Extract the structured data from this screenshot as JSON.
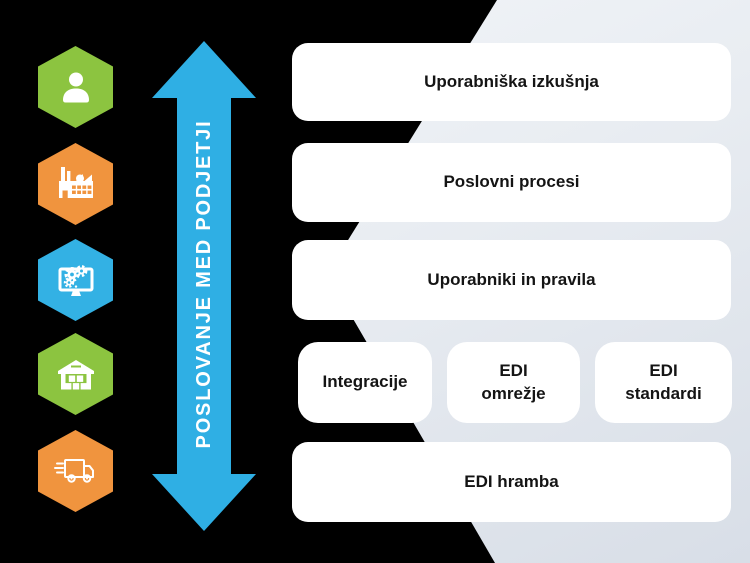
{
  "colors": {
    "canvas": "#000000",
    "band_light": "#f4f7fa",
    "band_dark": "#d8dee7",
    "arrow_blue": "#2fafe4",
    "arrow_text": "#ffffff",
    "hex_green": "#8cc440",
    "hex_orange": "#f0943e",
    "hex_blue": "#33b1e4",
    "box_bg": "#ffffff",
    "box_text": "#141414"
  },
  "arrow": {
    "label": "POSLOVANJE MED PODJETJI",
    "color": "#2fafe4"
  },
  "hexagons": [
    {
      "icon": "person-icon",
      "color": "#8cc440"
    },
    {
      "icon": "factory-icon",
      "color": "#f0943e"
    },
    {
      "icon": "monitor-gears-icon",
      "color": "#33b1e4"
    },
    {
      "icon": "warehouse-icon",
      "color": "#8cc440"
    },
    {
      "icon": "delivery-truck-icon",
      "color": "#f0943e"
    }
  ],
  "layers": {
    "top": [
      {
        "label": "Uporabniška izkušnja"
      },
      {
        "label": "Poslovni procesi"
      },
      {
        "label": "Uporabniki in pravila"
      }
    ],
    "middle": [
      {
        "label": "Integracije"
      },
      {
        "label": "EDI omrežje"
      },
      {
        "label": "EDI standardi"
      }
    ],
    "bottom": [
      {
        "label": "EDI hramba"
      }
    ]
  }
}
